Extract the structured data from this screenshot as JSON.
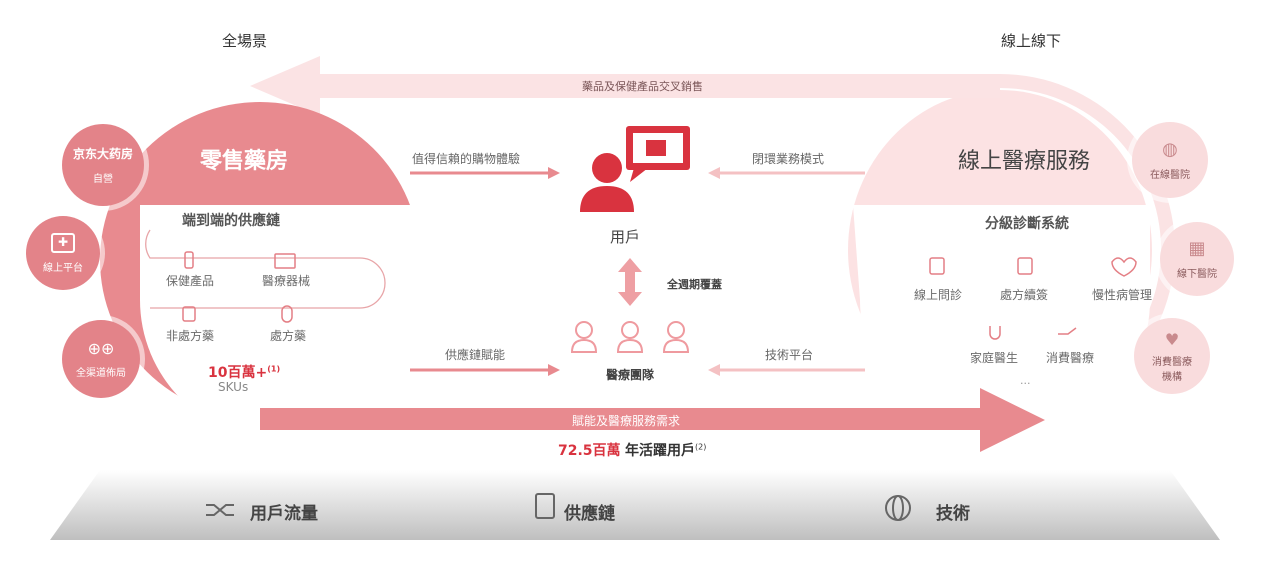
{
  "headers": {
    "left": "全場景",
    "right": "線上線下"
  },
  "top_arrow_label": "藥品及保健產品交叉銷售",
  "bottom_arrow_label": "賦能及醫療服務需求",
  "left_panel": {
    "title": "零售藥房",
    "supply_title": "端到端的供應鏈",
    "items": [
      "保健產品",
      "醫療器械",
      "非處方藥",
      "處方藥"
    ],
    "skus_value": "10百萬+",
    "skus_sup": "(1)",
    "skus_unit": "SKUs"
  },
  "left_circles": {
    "brand_logo": "京东大药房",
    "self_run": "自營",
    "online": "線上平台",
    "offline": "全渠道佈局"
  },
  "center": {
    "user": "用戶",
    "lifecycle": "全週期覆蓋",
    "team": "醫療團隊",
    "left_top": "值得信賴的購物體驗",
    "left_bottom": "供應鏈賦能",
    "right_top": "閉環業務模式",
    "right_bottom": "技術平台"
  },
  "right_panel": {
    "title": "線上醫療服務",
    "system_title": "分級診斷系統",
    "items": [
      "線上問診",
      "處方續簽",
      "慢性病管理",
      "家庭醫生",
      "消費醫療"
    ],
    "ellipsis": "..."
  },
  "right_circles": {
    "c1": "在線醫院",
    "c2": "線下醫院",
    "c3": "消費醫療機構"
  },
  "active_users": {
    "value": "72.5百萬",
    "label": "年活躍用戶",
    "sup": "(2)"
  },
  "pillars": [
    "用戶流量",
    "供應鏈",
    "技術"
  ],
  "colors": {
    "dark_pink": "#e88a8f",
    "light_pink": "#fbe3e4",
    "red": "#d9333f"
  }
}
